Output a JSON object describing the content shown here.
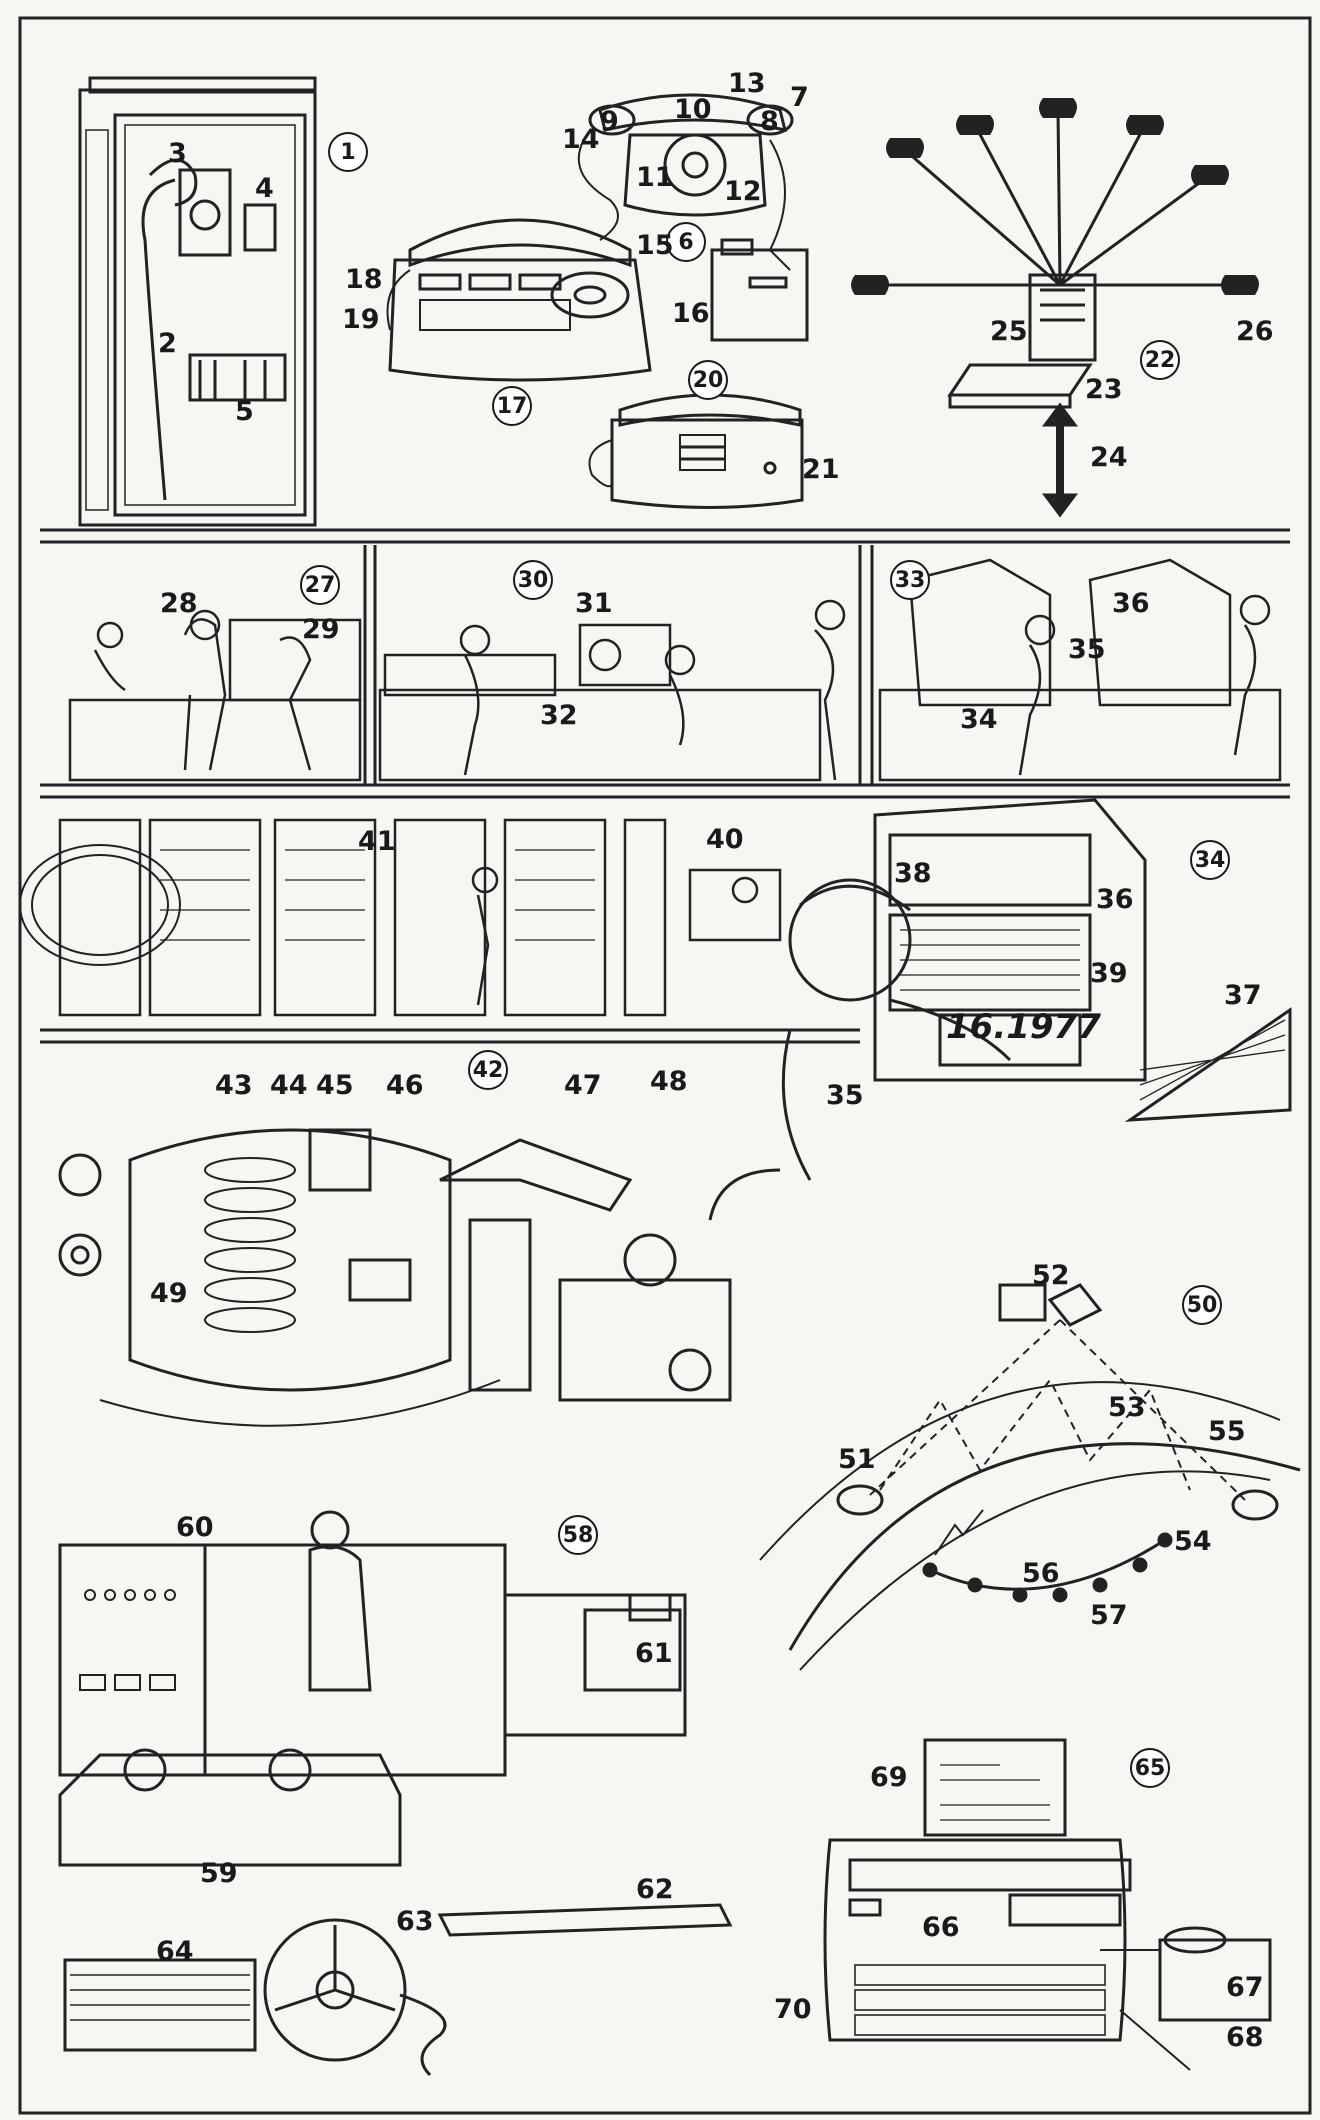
{
  "sections": [
    {
      "id": "1",
      "labels": [
        "3",
        "4",
        "2",
        "5"
      ]
    },
    {
      "id": "6",
      "labels": [
        "13",
        "7",
        "9",
        "10",
        "8",
        "14",
        "11",
        "12",
        "15"
      ]
    },
    {
      "id": "17",
      "labels": [
        "18",
        "19",
        "16"
      ]
    },
    {
      "id": "20",
      "labels": [
        "21"
      ]
    },
    {
      "id": "22",
      "labels": [
        "25",
        "26",
        "23",
        "24"
      ]
    },
    {
      "id": "27",
      "labels": [
        "28",
        "29"
      ]
    },
    {
      "id": "30",
      "labels": [
        "31",
        "32"
      ]
    },
    {
      "id": "33",
      "labels": [
        "36",
        "35",
        "34"
      ]
    },
    {
      "id": "34",
      "labels": [
        "41",
        "40",
        "38",
        "36",
        "39",
        "37",
        "35"
      ]
    },
    {
      "id": "42",
      "labels": [
        "43",
        "44",
        "45",
        "46",
        "47",
        "48",
        "49"
      ]
    },
    {
      "id": "50",
      "labels": [
        "52",
        "53",
        "55",
        "51",
        "54",
        "56",
        "57"
      ]
    },
    {
      "id": "58",
      "labels": [
        "60",
        "61",
        "59",
        "62",
        "63",
        "64"
      ]
    },
    {
      "id": "65",
      "labels": [
        "69",
        "66",
        "70",
        "67",
        "68"
      ]
    }
  ],
  "display_readout": "16.1977"
}
